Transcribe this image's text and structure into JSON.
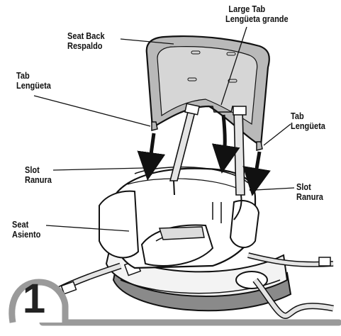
{
  "labels": {
    "seat_back": {
      "en": "Seat Back",
      "es": "Respaldo"
    },
    "large_tab": {
      "en": "Large Tab",
      "es": "Lengüeta grande"
    },
    "tab_left": {
      "en": "Tab",
      "es": "Lengüeta"
    },
    "tab_right": {
      "en": "Tab",
      "es": "Lengüeta"
    },
    "slot_left": {
      "en": "Slot",
      "es": "Ranura"
    },
    "slot_right": {
      "en": "Slot",
      "es": "Ranura"
    },
    "seat": {
      "en": "Seat",
      "es": "Asiento"
    }
  },
  "step": {
    "number": "1"
  },
  "colors": {
    "ink": "#111111",
    "seat_back_fill": "#b9b9b9",
    "seat_back_inner": "#d6d6d6",
    "strap_fill": "#e4e4e4",
    "base_gray": "#8a8a8a",
    "badge_ring": "#9a9a9a"
  }
}
